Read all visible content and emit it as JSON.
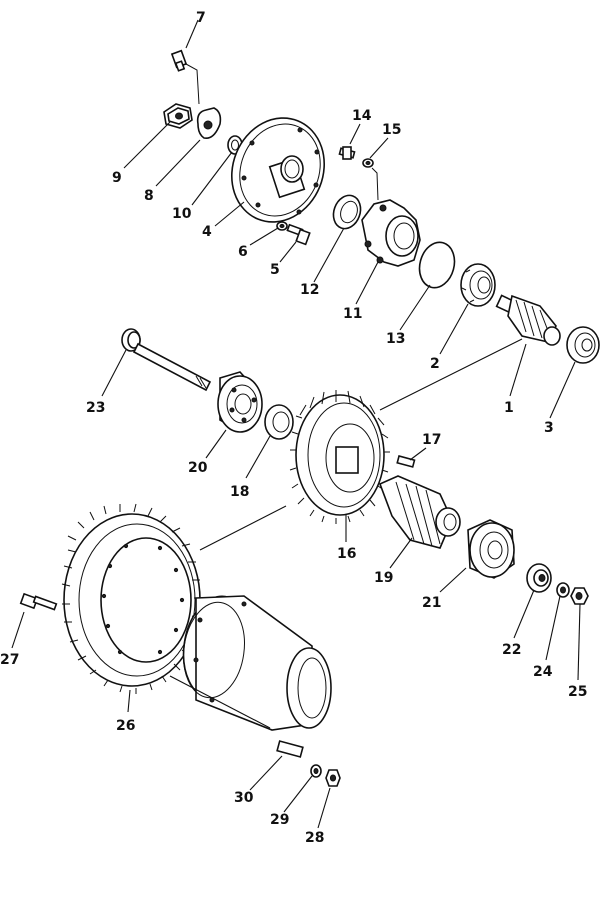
{
  "callouts": [
    {
      "id": "p1",
      "label": "1"
    },
    {
      "id": "p2",
      "label": "2"
    },
    {
      "id": "p3",
      "label": "3"
    },
    {
      "id": "p4",
      "label": "4"
    },
    {
      "id": "p5",
      "label": "5"
    },
    {
      "id": "p6",
      "label": "6"
    },
    {
      "id": "p7",
      "label": "7"
    },
    {
      "id": "p8",
      "label": "8"
    },
    {
      "id": "p9",
      "label": "9"
    },
    {
      "id": "p10",
      "label": "10"
    },
    {
      "id": "p11",
      "label": "11"
    },
    {
      "id": "p12",
      "label": "12"
    },
    {
      "id": "p13",
      "label": "13"
    },
    {
      "id": "p14",
      "label": "14"
    },
    {
      "id": "p15",
      "label": "15"
    },
    {
      "id": "p16",
      "label": "16"
    },
    {
      "id": "p17",
      "label": "17"
    },
    {
      "id": "p18",
      "label": "18"
    },
    {
      "id": "p19",
      "label": "19"
    },
    {
      "id": "p20",
      "label": "20"
    },
    {
      "id": "p21",
      "label": "21"
    },
    {
      "id": "p22",
      "label": "22"
    },
    {
      "id": "p23",
      "label": "23"
    },
    {
      "id": "p24",
      "label": "24"
    },
    {
      "id": "p25",
      "label": "25"
    },
    {
      "id": "p26",
      "label": "26"
    },
    {
      "id": "p27",
      "label": "27"
    },
    {
      "id": "p28",
      "label": "28"
    },
    {
      "id": "p29",
      "label": "29"
    },
    {
      "id": "p30",
      "label": "30"
    }
  ]
}
